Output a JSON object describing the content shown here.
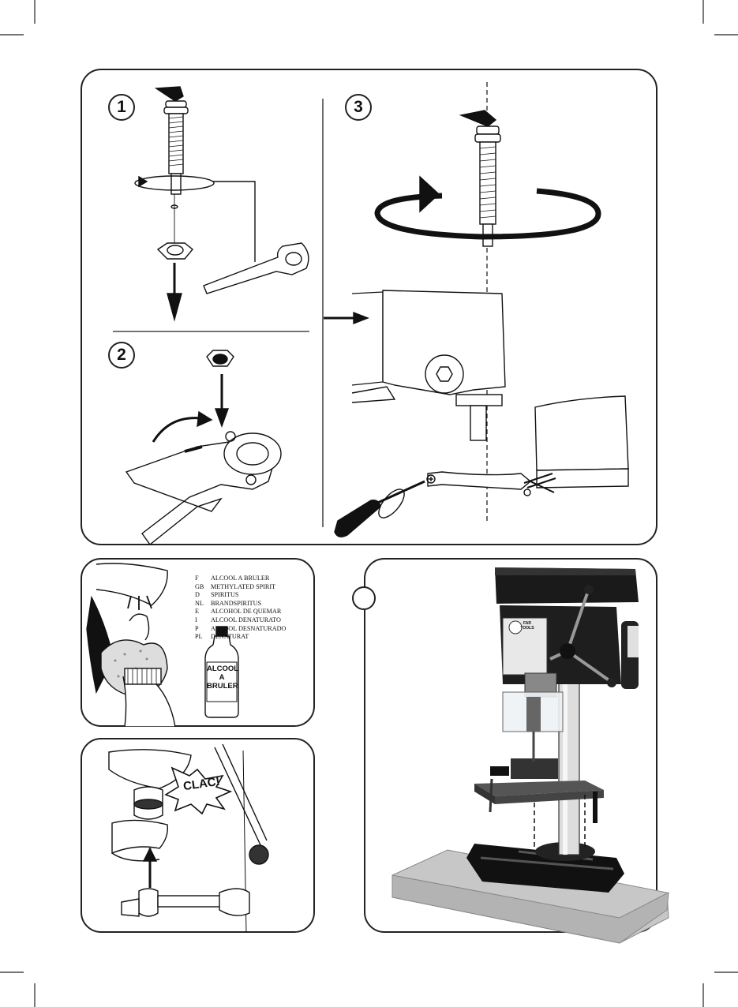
{
  "steps": {
    "step1": "1",
    "step2": "2",
    "step3": "3"
  },
  "solvent_legend": [
    {
      "code": "F",
      "text": "ALCOOL A BRULER"
    },
    {
      "code": "GB",
      "text": "METHYLATED SPIRIT"
    },
    {
      "code": "D",
      "text": "SPIRITUS"
    },
    {
      "code": "NL",
      "text": "BRANDSPIRITUS"
    },
    {
      "code": "E",
      "text": "ALCOHOL DE QUEMAR"
    },
    {
      "code": "I",
      "text": "ALCOOL DENATURATO"
    },
    {
      "code": "P",
      "text": "ALCOOL DESNATURADO"
    },
    {
      "code": "PL",
      "text": "DENATURAT"
    }
  ],
  "bottle_label": {
    "line1": "ALCOOL",
    "line2": "A",
    "line3": "BRULER"
  },
  "impact_label": "CLAC!",
  "drill_brand": "FAR TOOLS"
}
